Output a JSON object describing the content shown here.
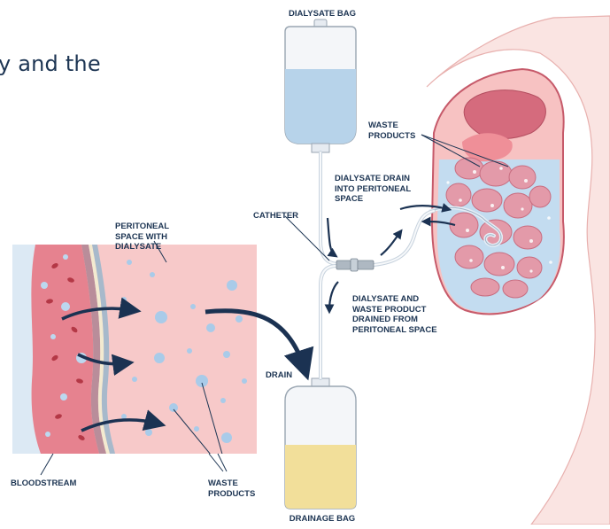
{
  "heading_fragment": "y and the",
  "labels": {
    "dialysate_bag": "DIALYSATE BAG",
    "waste_products_body": "WASTE\nPRODUCTS",
    "dialysate_drain": "DIALYSATE DRAIN\nINTO PERITONEAL\nSPACE",
    "catheter": "CATHETER",
    "peritoneal_space": "PERITONEAL\nSPACE WITH\nDIALYSATE",
    "dialysate_and_waste": "DIALYSATE AND\nWASTE PRODUCT\nDRAINED FROM\nPERITONEAL SPACE",
    "drain": "DRAIN",
    "bloodstream": "BLOODSTREAM",
    "waste_products_membrane": "WASTE\nPRODUCTS",
    "drainage_bag": "DRAINAGE BAG"
  },
  "colors": {
    "text": "#1d3553",
    "arrow": "#1b3252",
    "dialysate": "#b7d3ea",
    "waste_fluid": "#f2df9a",
    "tissue": "#f7c9c9",
    "vessel": "#e6828f",
    "skin": "#fae4e2"
  }
}
